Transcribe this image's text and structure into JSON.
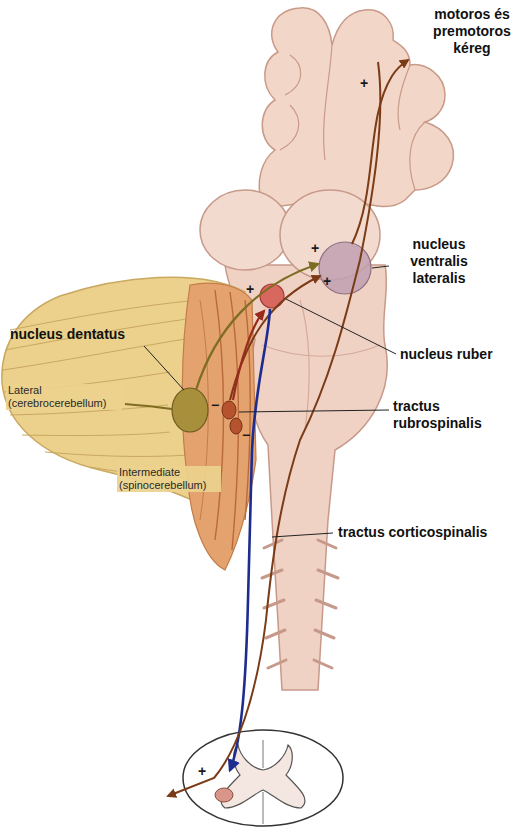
{
  "diagram": {
    "labels": [
      "motoros és premotoros kéreg",
      "+",
      "nucleus ventralis lateralis",
      "+",
      "+",
      "+",
      "nucleus ruber",
      "nucleus dentatus",
      "Lateral (cerebrocerebellum)",
      "−",
      "tractus rubrospinalis",
      "−",
      "Intermediate (spinocerebellum)",
      "tractus corticospinalis",
      "+"
    ]
  }
}
